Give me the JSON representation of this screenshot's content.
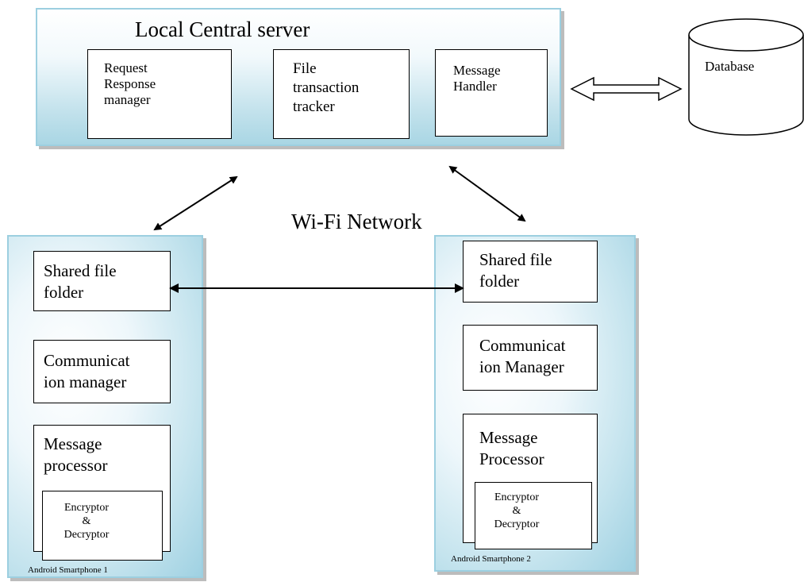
{
  "server": {
    "title": "Local Central server",
    "modules": {
      "request": "Request\nResponse\nmanager",
      "file_tracker": "File\ntransaction\ntracker",
      "message_handler": "Message\nHandler"
    }
  },
  "database": {
    "label": "Database"
  },
  "network": {
    "label": "Wi-Fi Network"
  },
  "phone1": {
    "name": "Android  Smartphone 1",
    "shared_folder": "Shared file\nfolder",
    "comm_manager": "Communicat\nion manager",
    "msg_processor": "Message\nprocessor",
    "crypto": "Encryptor\n&\nDecryptor"
  },
  "phone2": {
    "name": "Android  Smartphone 2",
    "shared_folder": "Shared file\nfolder",
    "comm_manager": "Communicat\nion Manager",
    "msg_processor": "Message\nProcessor",
    "crypto": "Encryptor\n&\nDecryptor"
  }
}
